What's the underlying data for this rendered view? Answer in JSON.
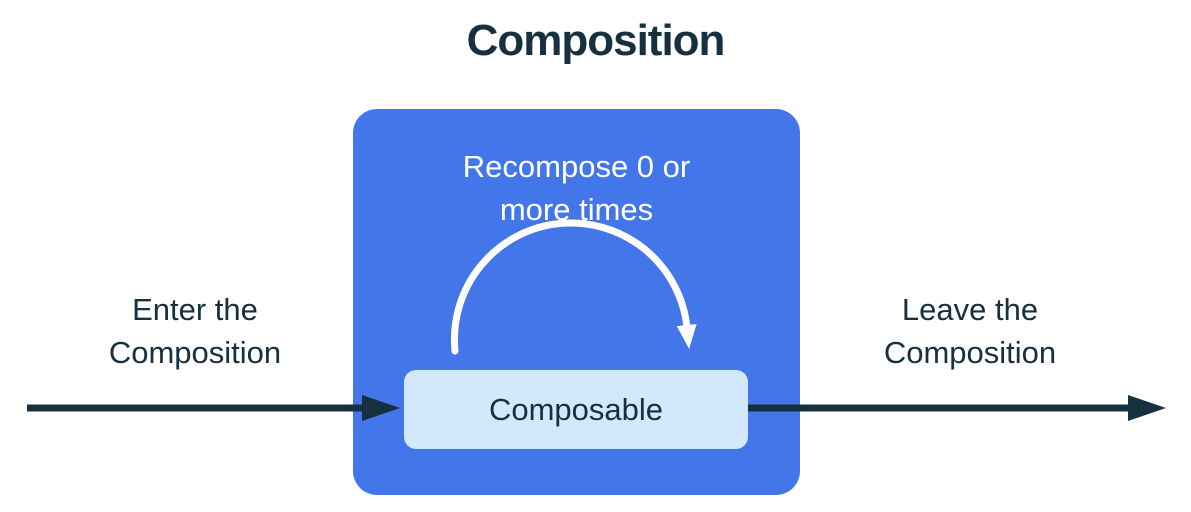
{
  "title": "Composition",
  "composition_box": {
    "recompose_label": "Recompose 0 or\nmore times"
  },
  "composable": {
    "label": "Composable"
  },
  "enter_label": "Enter the\nComposition",
  "leave_label": "Leave the\nComposition",
  "colors": {
    "bg": "#ffffff",
    "navy": "#163040",
    "blue": "#4377e9",
    "lightblue": "#d3e8fc",
    "arcwhite": "#ffffff"
  }
}
